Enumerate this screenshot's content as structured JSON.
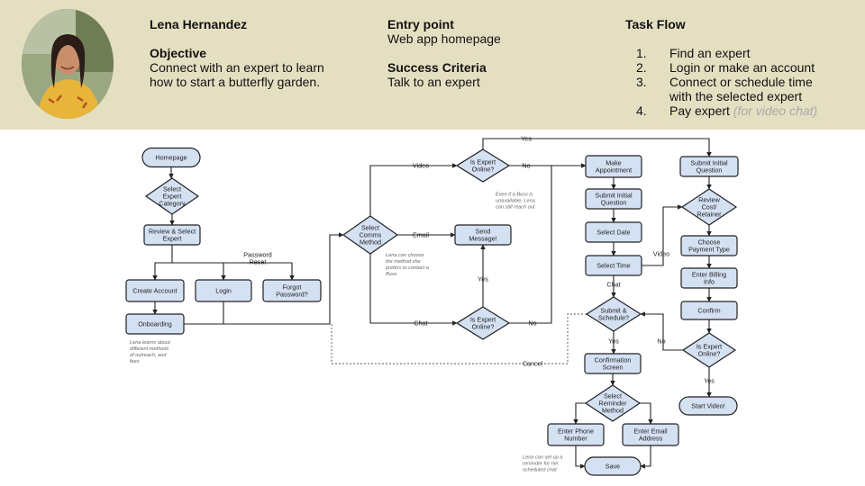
{
  "persona": {
    "name": "Lena Hernandez",
    "objective_label": "Objective",
    "objective_lines": [
      "Connect with an expert to learn",
      "how to start a butterfly garden."
    ],
    "entry_label": "Entry point",
    "entry_value": "Web app homepage",
    "success_label": "Success Criteria",
    "success_value": "Talk to an expert"
  },
  "task_flow": {
    "title": "Task Flow",
    "steps": [
      {
        "num": "1.",
        "lines": [
          "Find an expert"
        ]
      },
      {
        "num": "2.",
        "lines": [
          "Login or make an account"
        ]
      },
      {
        "num": "3.",
        "lines": [
          "Connect or schedule time",
          "with the selected expert"
        ]
      },
      {
        "num": "4.",
        "lines": [
          "Pay expert "
        ],
        "hint": "(for video chat)"
      }
    ]
  },
  "flow": {
    "nodes": {
      "homepage": [
        "Homepage"
      ],
      "select_category": [
        "Select",
        "Expert",
        "Category"
      ],
      "review_expert": [
        "Review & Select",
        "Expert"
      ],
      "create_account": [
        "Create Account"
      ],
      "login": [
        "Login"
      ],
      "forgot_password": [
        "Forgot",
        "Password?"
      ],
      "onboarding": [
        "Onboarding"
      ],
      "select_comms": [
        "Select",
        "Comms",
        "Method"
      ],
      "online_video": [
        "Is Expert",
        "Online?"
      ],
      "send_message": [
        "Send",
        "Message!"
      ],
      "online_chat": [
        "Is Expert",
        "Online?"
      ],
      "make_appointment": [
        "Make",
        "Appointment"
      ],
      "submit_question_a": [
        "Submit Initial",
        "Question"
      ],
      "select_date": [
        "Select Date"
      ],
      "select_time": [
        "Select Time"
      ],
      "submit_schedule": [
        "Submit &",
        "Schedule?"
      ],
      "confirmation": [
        "Confirmation",
        "Screen"
      ],
      "reminder_method": [
        "Select",
        "Reminder",
        "Method"
      ],
      "phone_number": [
        "Enter Phone",
        "Number"
      ],
      "email_address": [
        "Enter Email",
        "Address"
      ],
      "save": [
        "Save"
      ],
      "submit_question_b": [
        "Submit Initial",
        "Question"
      ],
      "review_cost": [
        "Review",
        "Cost/",
        "Retainer"
      ],
      "payment_type": [
        "Choose",
        "Payment Type"
      ],
      "billing_info": [
        "Enter Billing",
        "Info"
      ],
      "confirm": [
        "Confirm"
      ],
      "online_final": [
        "Is Expert",
        "Online?"
      ],
      "start_video": [
        "Start Video!"
      ]
    },
    "edge_labels": {
      "password_reset": [
        "Password",
        "Reset"
      ],
      "video": "Video",
      "email": "Email",
      "chat": "Chat",
      "yes_top": "Yes",
      "no_video": "No",
      "yes_message": "Yes",
      "no_chat": "No",
      "video_right": "Video",
      "chat_right": "Chat",
      "yes_schedule": "Yes",
      "no_final": "No",
      "yes_final": "Yes",
      "cancel": "Cancel"
    },
    "notes": {
      "onboarding": [
        "Lena learns about",
        "different methods",
        "of outreach, and",
        "fees"
      ],
      "comms": [
        "Lena can choose",
        "the method she",
        "prefers to contact a",
        "Boss"
      ],
      "unavailable": [
        "Even if a Boss is",
        "unavailable, Lena",
        "can still reach out"
      ],
      "reminder": [
        "Lena can set up a",
        "reminder for her",
        "scheduled chat"
      ]
    }
  }
}
